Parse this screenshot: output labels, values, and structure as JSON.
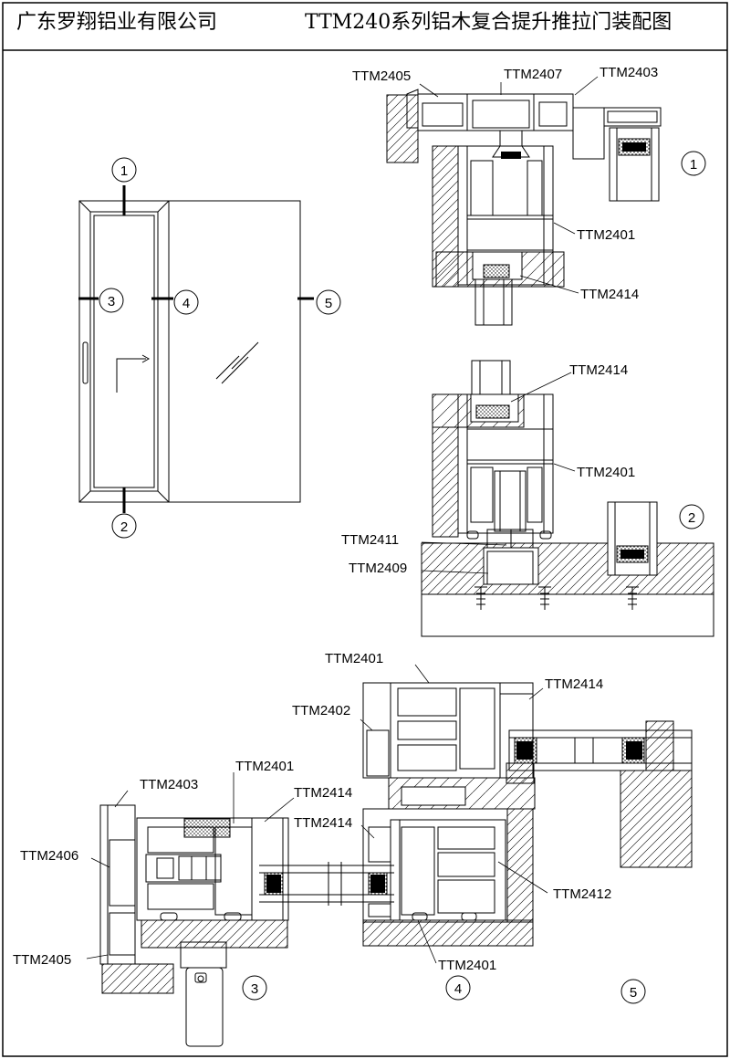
{
  "header": {
    "company": "广东罗翔铝业有限公司",
    "drawing_title": "TTM240系列铝木复合提升推拉门装配图"
  },
  "elevation": {
    "callouts": [
      "1",
      "2",
      "3",
      "4",
      "5"
    ]
  },
  "sections": {
    "head": {
      "number": "1",
      "labels": [
        "TTM2405",
        "TTM2407",
        "TTM2403",
        "TTM2401",
        "TTM2414"
      ]
    },
    "sill": {
      "number": "2",
      "labels": [
        "TTM2414",
        "TTM2401",
        "TTM2411",
        "TTM2409"
      ]
    },
    "jambs": {
      "numbers": [
        "3",
        "4",
        "5"
      ],
      "labels": [
        "TTM2401",
        "TTM2414",
        "TTM2402",
        "TTM2401",
        "TTM2403",
        "TTM2414",
        "TTM2414",
        "TTM2406",
        "TTM2412",
        "TTM2405",
        "TTM2401"
      ]
    }
  }
}
